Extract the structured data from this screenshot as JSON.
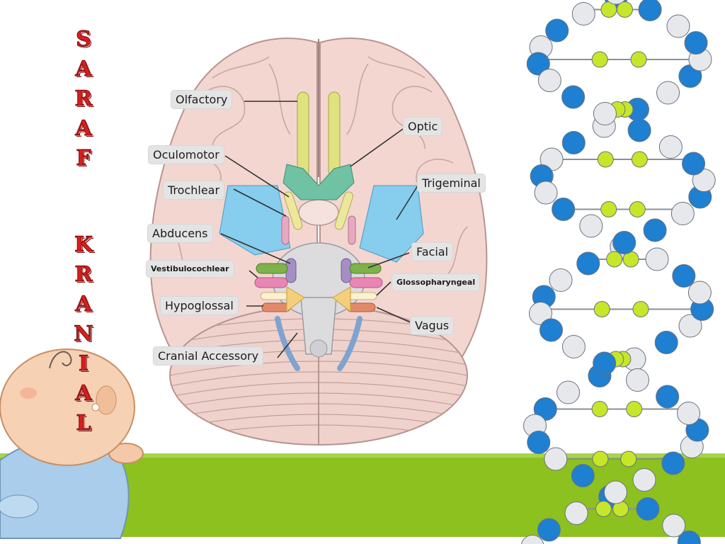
{
  "title_letters": [
    "S",
    "A",
    "R",
    "A",
    "F",
    "",
    "K",
    "R",
    "A",
    "N",
    "I",
    "A",
    "L"
  ],
  "labels": {
    "olfactory": "Olfactory",
    "optic": "Optic",
    "oculomotor": "Oculomotor",
    "trochlear": "Trochlear",
    "trigeminal": "Trigeminal",
    "abducens": "Abducens",
    "facial": "Facial",
    "vestibulocochlear": "Vestibulocochlear",
    "glossopharyngeal": "Glossopharyngeal",
    "hypoglossal": "Hypoglossal",
    "vagus": "Vagus",
    "cranial_accessory": "Cranial Accessory"
  },
  "colors": {
    "title_red": "#d81e1e",
    "grass_green": "#8cc11f",
    "brain_pink": "#f3d6d0",
    "dna_blue": "#1f7fd0",
    "dna_lime": "#c6e62a"
  }
}
